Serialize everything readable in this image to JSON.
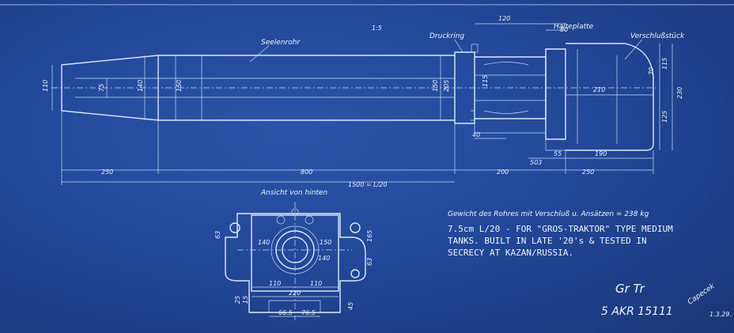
{
  "drawing": {
    "scale": "1:5",
    "part_labels": {
      "barrel": "Seelenrohr",
      "pressure_ring": "Druckring",
      "retaining_plate": "Halteplatte",
      "breech_block": "Verschlußstück",
      "rear_view": "Ansicht von hinten"
    },
    "side_dimensions": {
      "muzzle_outer": "110",
      "bore": "75",
      "barrel_mid": "140",
      "barrel_rear": "150",
      "ring_inner": "150",
      "ring_outer": "205",
      "chamber": "115",
      "breech_length": "120",
      "plate": "80",
      "breech_inner": "210",
      "top_offset": "70",
      "upper": "115",
      "lower": "125",
      "total_height": "230",
      "ring_width": "40",
      "span_a": "503",
      "span_b": "55",
      "span_c": "190",
      "len_muzzle": "250",
      "len_middle": "800",
      "len_rear": "200",
      "len_breech": "250",
      "overall_length": "1500 = L/20"
    },
    "rear_dimensions": {
      "left_height": "63",
      "bore_left": "140",
      "bore_right": "150",
      "right_upper": "165",
      "right_lower": "63",
      "inner_140": "140",
      "half_left": "110",
      "half_right": "110",
      "width": "220",
      "bottom_a": "25",
      "bottom_b": "15",
      "right_bottom": "45",
      "base_left": "66.5",
      "base_right": "76.5"
    },
    "notes": {
      "weight": "Gewicht des Rohres mit Verschluß u. Ansätzen = 238 kg",
      "line1": "7.5cm L/20 - FOR \"GROS-TRAKTOR\" TYPE MEDIUM",
      "line2": "TANKS. BUILT IN LATE '20's & TESTED IN",
      "line3": "SECRECY AT KAZAN/RUSSIA."
    },
    "title_block": {
      "code": "Gr Tr",
      "number": "5 AKR 15111",
      "signature": "Capecek",
      "date": "1.3.29."
    }
  }
}
